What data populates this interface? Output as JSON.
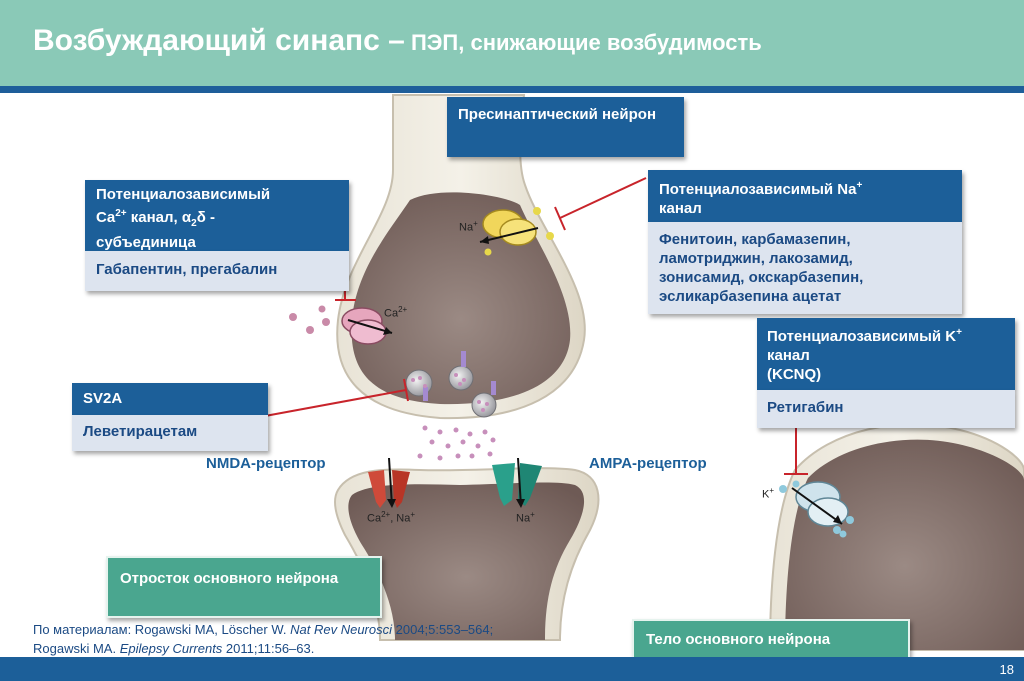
{
  "title": {
    "main": "Возбуждающий синапс –",
    "sub": " ПЭП, снижающие возбудимость"
  },
  "boxes": {
    "presynaptic": "Пресинаптический нейрон",
    "ca_channel": {
      "line1": "Потенциалозависимый",
      "line2_pre": "Ca",
      "line2_sup": "2+",
      "line2_mid": " канал, ",
      "line2_alpha": "α",
      "line2_sub": "2",
      "line2_delta": "δ -",
      "line3": "субъединица"
    },
    "ca_drugs": "Габапентин, прегабалин",
    "na_channel": {
      "line1": "Потенциалозависимый Na",
      "line1_sup": "+",
      "line2": "канал"
    },
    "na_drugs": [
      "Фенитоин, карбамазепин,",
      "ламотриджин, лакозамид,",
      "зонисамид, окскарбазепин,",
      "эсликарбазепина ацетат"
    ],
    "k_channel": {
      "line1": "Потенциалозависимый K",
      "line1_sup": "+",
      "line2": "канал",
      "line3": "(KCNQ)"
    },
    "k_drugs": "Ретигабин",
    "sv2a": "SV2A",
    "sv2a_drugs": "Леветирацетам",
    "dendrite": "Отросток основного нейрона",
    "soma": "Тело основного нейрона"
  },
  "labels": {
    "nmda": "NMDA-рецептор",
    "ampa": "AMPA-рецептор",
    "na_ion": "Na",
    "ca_ion": "Ca",
    "ion_plus": "+",
    "ion_2plus": "2+",
    "nmda_ions": "Ca",
    "nmda_ions_sup": "2+",
    "nmda_ions_tail": ", Na",
    "ampa_ions": "Na",
    "k_ion": "K"
  },
  "citation": {
    "line1_a": "По материалам: Rogawski MA, Löscher W. ",
    "line1_journal": "Nat Rev Neurosci",
    "line1_b": " 2004;5:553–564;",
    "line2_a": "Rogawski MA. ",
    "line2_journal": "Epilepsy Currents",
    "line2_b": " 2011;11:56–63."
  },
  "page_number": "18",
  "colors": {
    "header": "#8ac9b7",
    "blue_box": "#1c5f99",
    "light_box": "#dde4ef",
    "green_box": "#4aa68f",
    "inhibit_red": "#c8242b"
  }
}
